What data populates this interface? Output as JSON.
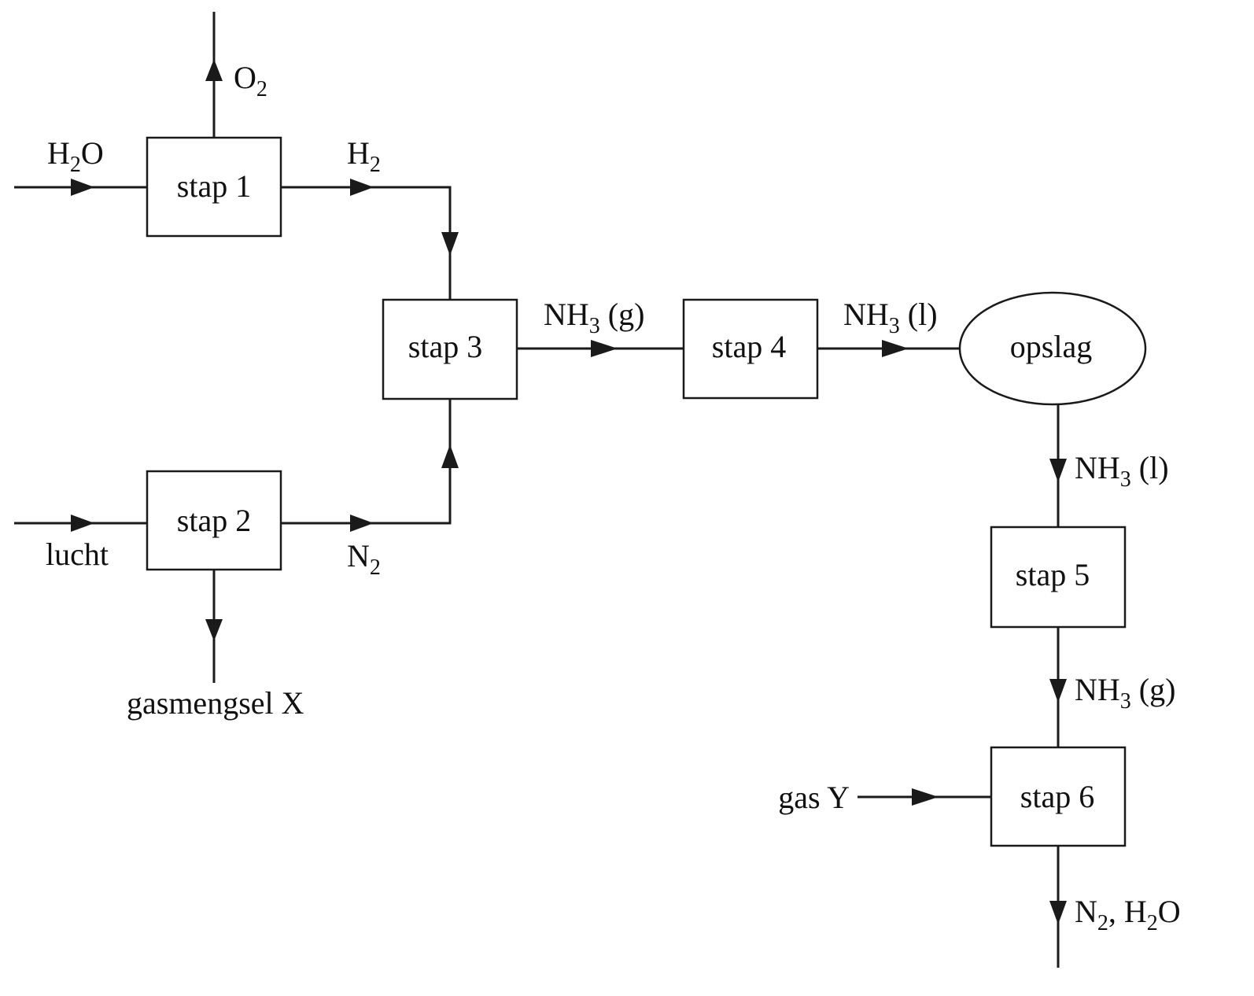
{
  "steps": {
    "stap1": "stap 1",
    "stap2": "stap 2",
    "stap3": "stap 3",
    "stap4": "stap 4",
    "stap5": "stap 5",
    "stap6": "stap 6",
    "opslag": "opslag"
  },
  "streams": {
    "h2o_in": {
      "main": "H",
      "sub": "2",
      "tail": "O"
    },
    "o2_out": {
      "main": "O",
      "sub": "2",
      "tail": ""
    },
    "h2": {
      "main": "H",
      "sub": "2",
      "tail": ""
    },
    "lucht": "lucht",
    "n2": {
      "main": "N",
      "sub": "2",
      "tail": ""
    },
    "gasmengsel_x": "gasmengsel X",
    "nh3_g_1": {
      "main": "NH",
      "sub": "3",
      "tail": " (g)"
    },
    "nh3_l_1": {
      "main": "NH",
      "sub": "3",
      "tail": " (l)"
    },
    "nh3_l_2": {
      "main": "NH",
      "sub": "3",
      "tail": " (l)"
    },
    "nh3_g_2": {
      "main": "NH",
      "sub": "3",
      "tail": " (g)"
    },
    "gas_y": "gas Y",
    "product": {
      "main": "N",
      "sub": "2",
      "mid": ", H",
      "sub2": "2",
      "tail": "O"
    }
  },
  "colors": {
    "stroke": "#1a1a1a",
    "background": "#ffffff"
  }
}
